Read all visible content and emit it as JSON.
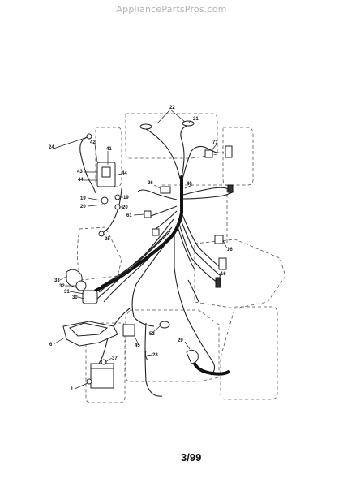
{
  "header": {
    "watermark": "AppliancePartsPros.com"
  },
  "footer": {
    "page_number": "3/99"
  },
  "callouts": {
    "c22": "22",
    "c21": "21",
    "c71": "71",
    "c24": "24",
    "c42": "42",
    "c41": "41",
    "c43": "43",
    "c44a": "44",
    "c44b": "44",
    "c26": "26",
    "c40": "40",
    "c19a": "19",
    "c19b": "19",
    "c20a": "20",
    "c20b": "20",
    "c61": "61",
    "c25": "25",
    "c16a": "16",
    "c16b": "16",
    "c33": "33",
    "c32": "32",
    "c31": "31",
    "c30": "30",
    "c6": "6",
    "c52": "52",
    "c29": "29",
    "c45": "45",
    "c37": "37",
    "c28": "28",
    "c1": "1"
  }
}
